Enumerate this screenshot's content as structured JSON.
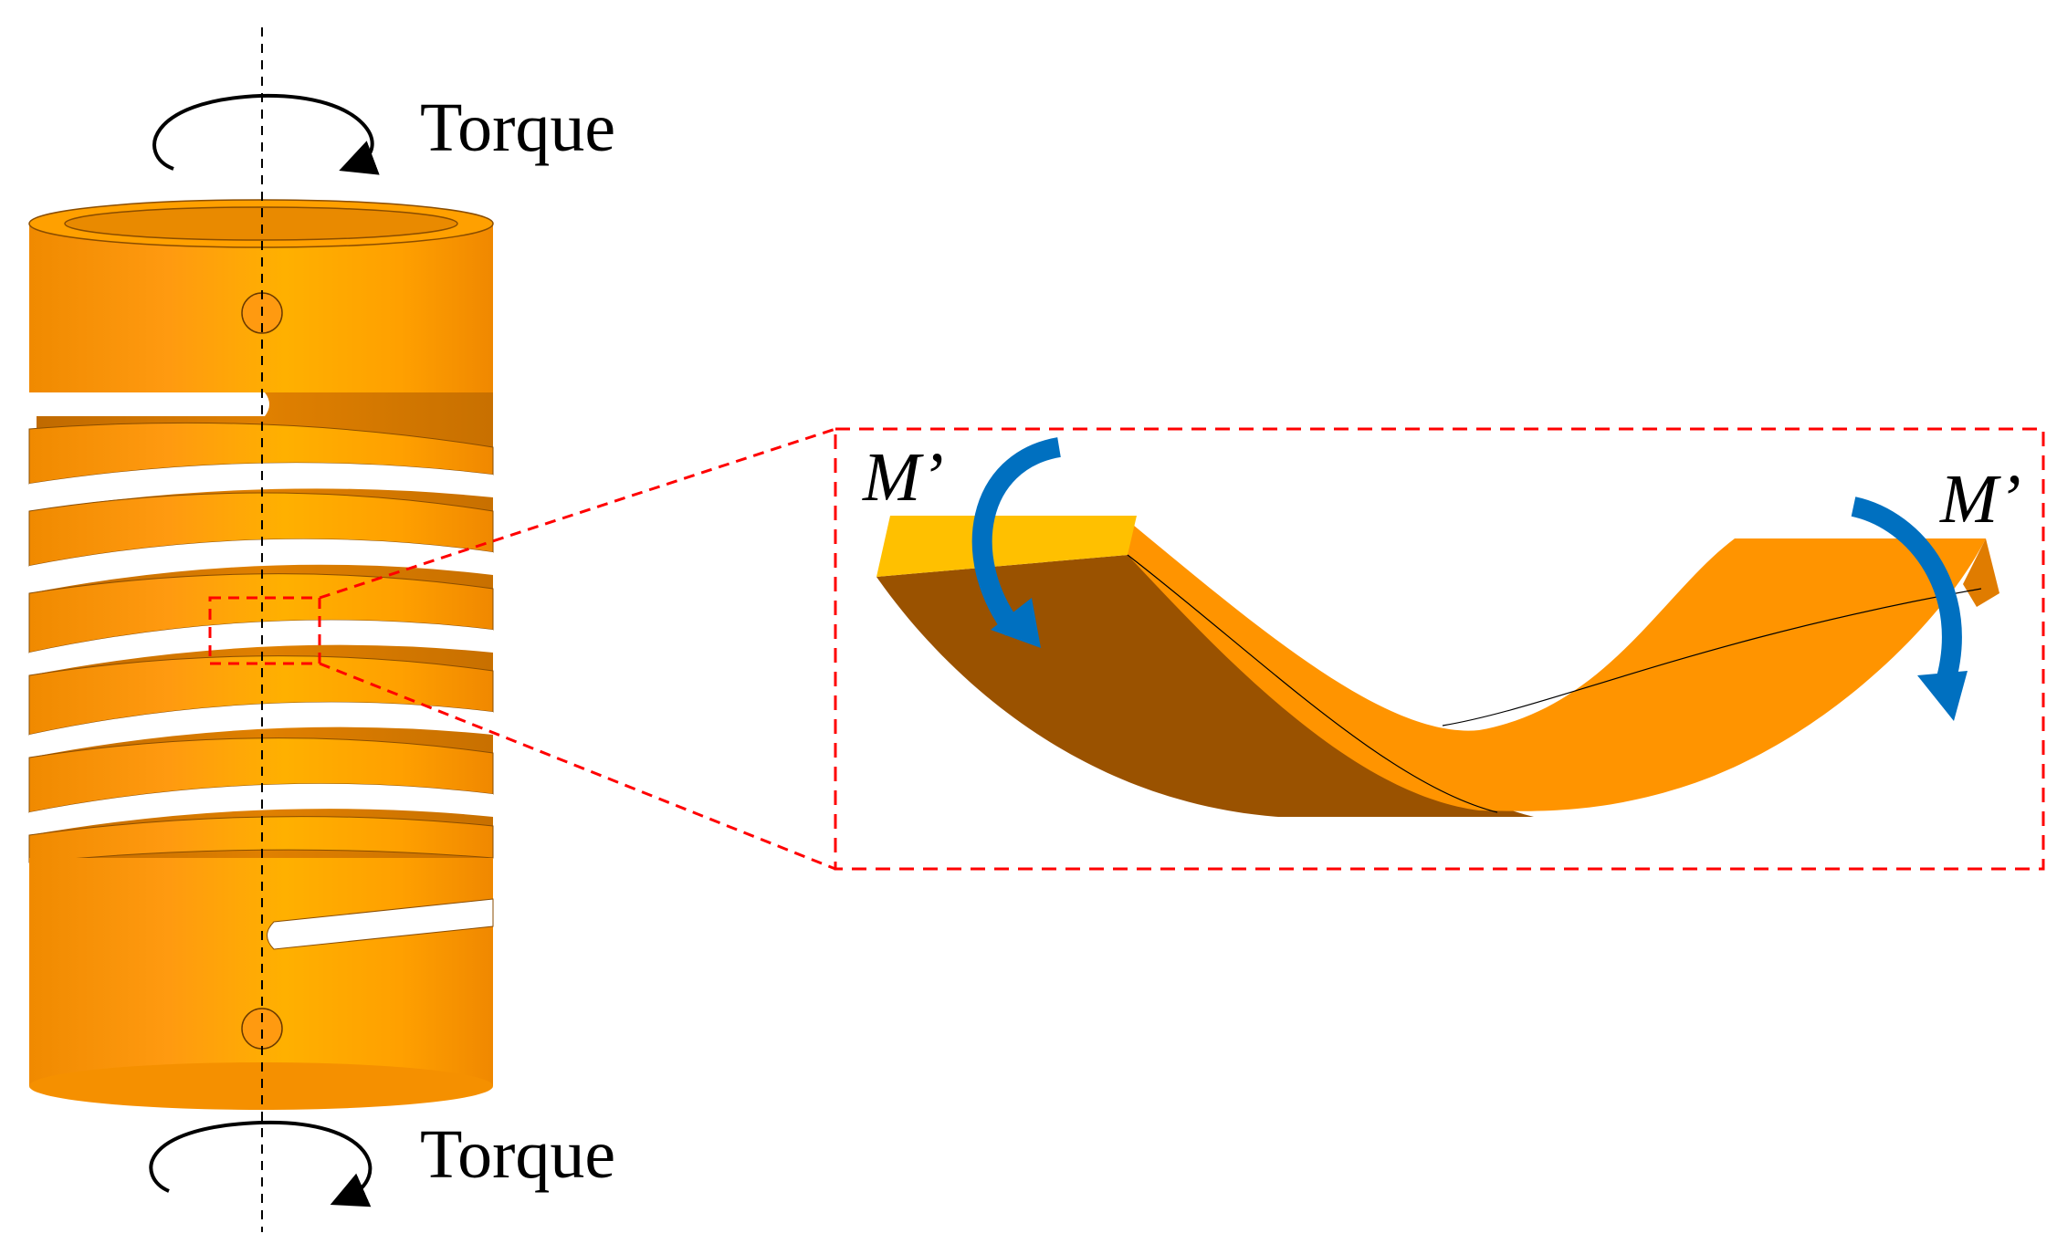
{
  "labels": {
    "torque_top": "Torque",
    "torque_bottom": "Torque",
    "moment_left": "M’",
    "moment_right": "M’"
  },
  "colors": {
    "coupling_orange": "#FF9900",
    "coupling_dark": "#9A5200",
    "coupling_top_yellow": "#FFC000",
    "moment_arrow_blue": "#0070C0",
    "zoom_dash_red": "#FF0000"
  },
  "icons": {
    "torque_arrow": "curved-rotation-arrow",
    "moment_arrow": "curved-blue-arrow"
  }
}
